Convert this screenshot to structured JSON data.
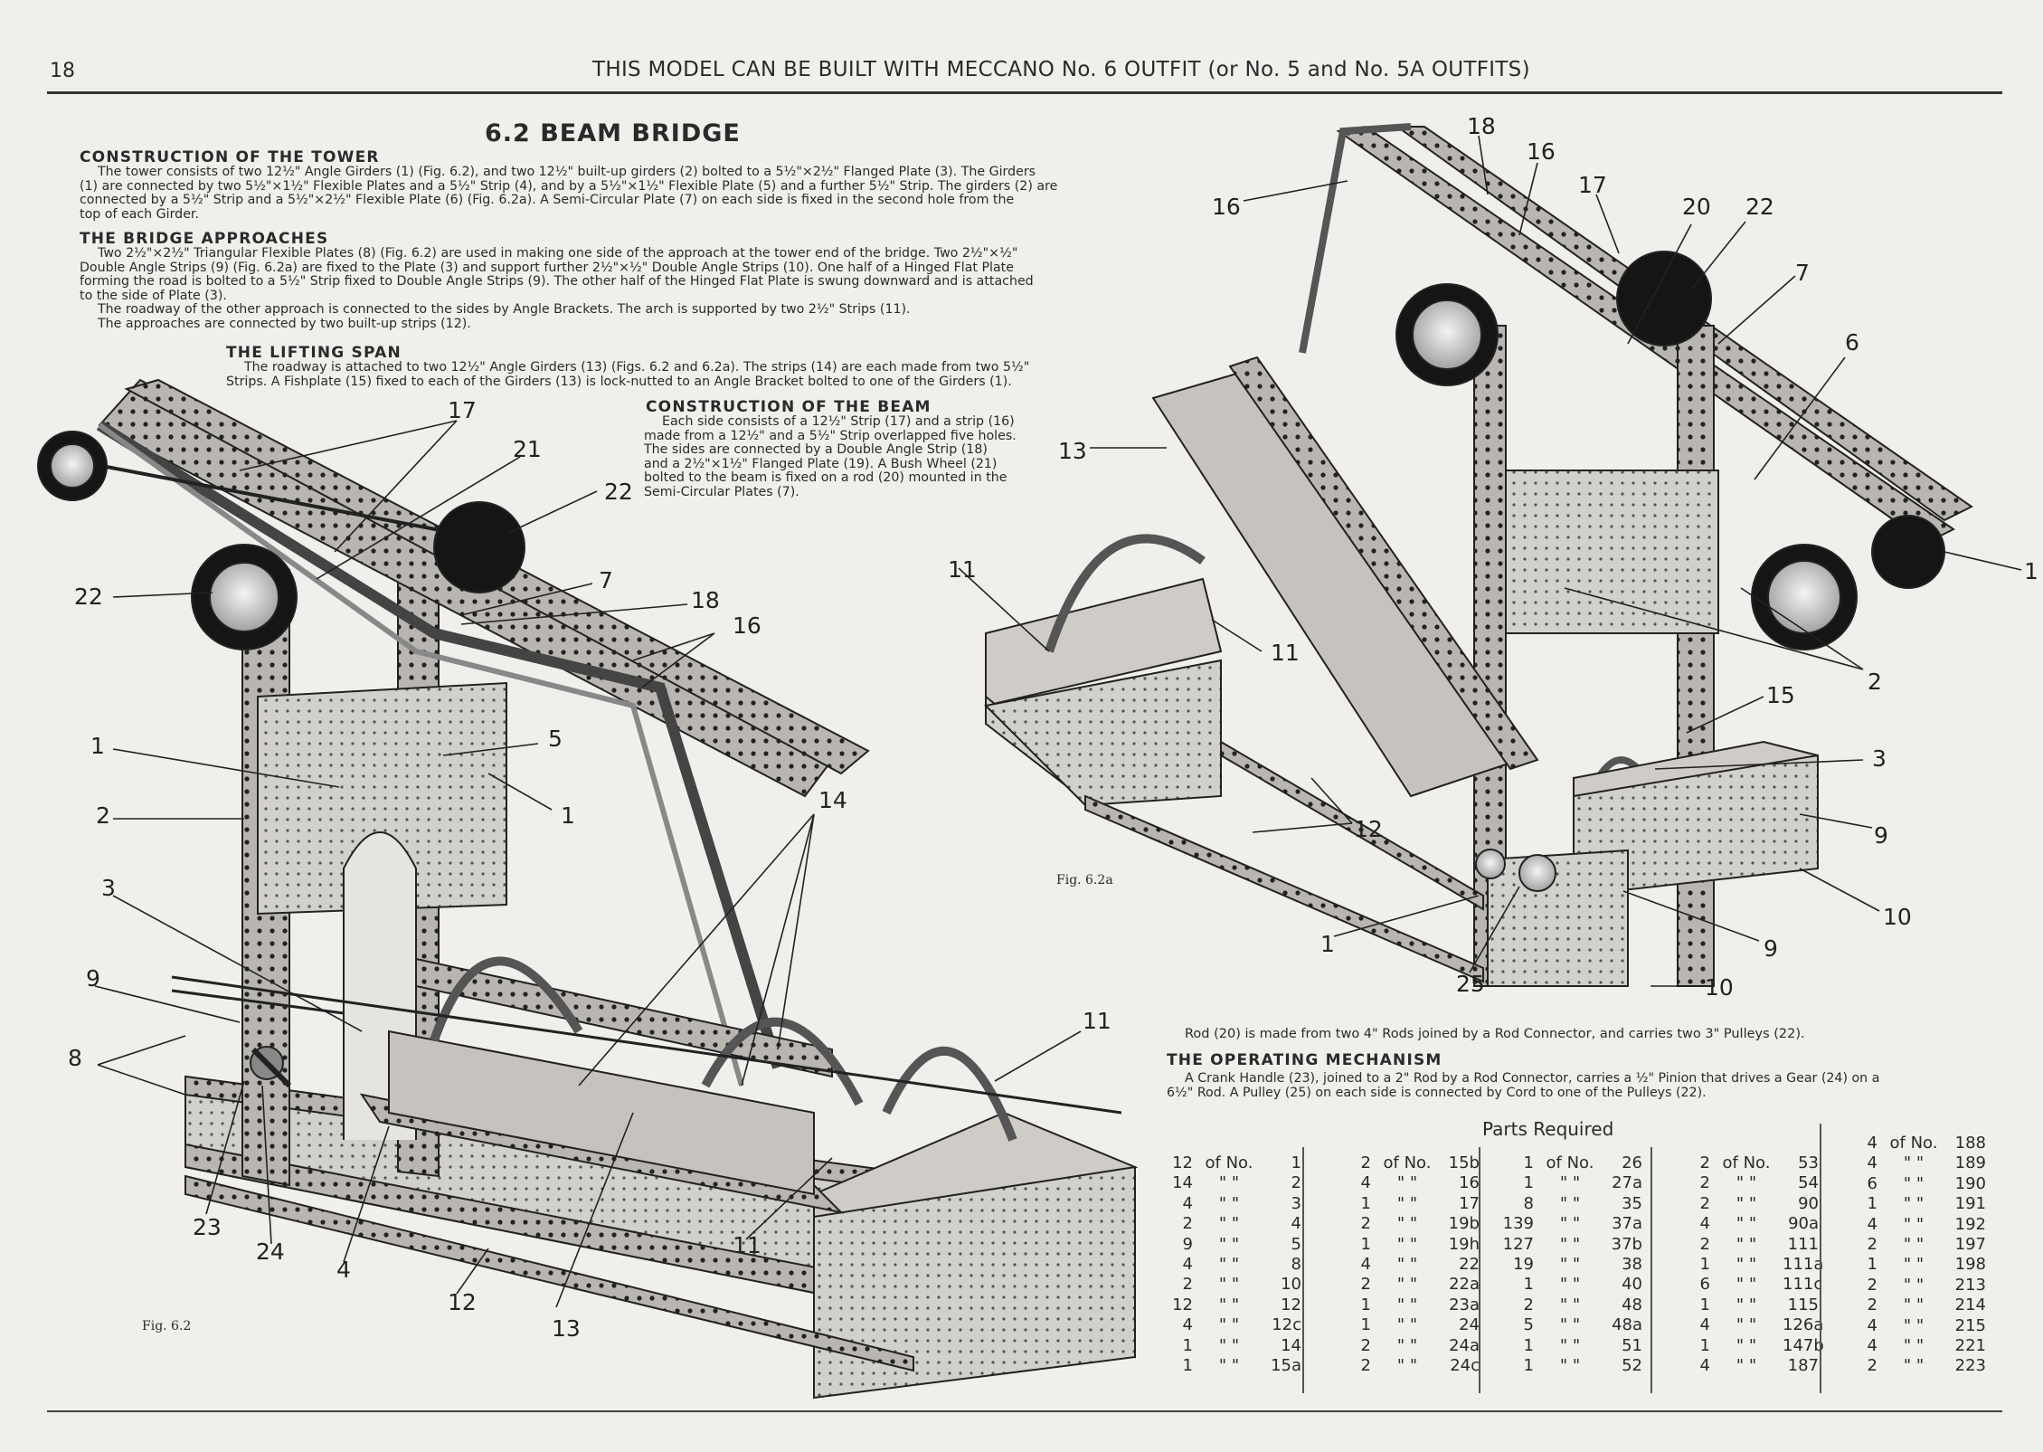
{
  "header": {
    "page_number": "18",
    "running_head": "THIS MODEL CAN BE BUILT WITH MECCANO No. 6 OUTFIT (or No. 5 and No. 5A OUTFITS)"
  },
  "title": "6.2  BEAM BRIDGE",
  "sections": {
    "tower": {
      "heading": "CONSTRUCTION OF THE TOWER",
      "lines": [
        "The tower consists of two 12½\" Angle Girders (1) (Fig. 6.2), and two 12½\" built-up girders (2) bolted to a 5½\"×2½\" Flanged Plate (3). The Girders",
        "(1) are connected by two 5½\"×1½\" Flexible Plates and a 5½\" Strip (4), and by a 5½\"×1½\" Flexible Plate (5) and a further 5½\" Strip. The girders (2) are",
        "connected by a 5½\" Strip and a 5½\"×2½\" Flexible Plate (6) (Fig. 6.2a). A Semi-Circular Plate (7) on each side is fixed in the second hole from the",
        "top of each Girder."
      ]
    },
    "approaches": {
      "heading": "THE BRIDGE APPROACHES",
      "lines": [
        "Two 2½\"×2½\" Triangular Flexible Plates (8) (Fig. 6.2) are used in making one side of the approach at the tower end of the bridge. Two 2½\"×½\"",
        "Double Angle Strips (9) (Fig. 6.2a) are fixed to the Plate (3) and support further 2½\"×½\" Double Angle Strips (10). One half of a Hinged Flat Plate",
        "forming the road is bolted to a 5½\" Strip fixed to Double Angle Strips (9). The other half of the Hinged Flat Plate is swung downward and is attached",
        "to the side of Plate (3).",
        "The roadway of the other approach is connected to the sides by Angle Brackets. The arch is supported by two 2½\" Strips (11).",
        "The approaches are connected by two built-up strips (12)."
      ]
    },
    "lifting": {
      "heading": "THE LIFTING SPAN",
      "lines": [
        "The roadway is attached to two 12½\" Angle Girders (13) (Figs. 6.2 and 6.2a). The strips (14) are each made from two 5½\"",
        "Strips. A Fishplate (15) fixed to each of the Girders (13) is lock-nutted to an Angle Bracket bolted to one of the Girders (1)."
      ]
    },
    "beam": {
      "heading": "CONSTRUCTION OF THE BEAM",
      "lines": [
        "Each side consists of a 12½\" Strip (17) and a strip (16)",
        "made from a 12½\" and a 5½\" Strip overlapped five holes.",
        "The sides are connected by a Double Angle Strip (18)",
        "and a 2½\"×1½\" Flanged Plate (19). A Bush Wheel (21)",
        "bolted to the beam is fixed on a rod (20) mounted in the",
        "Semi-Circular Plates (7)."
      ]
    },
    "rod_note": "Rod (20) is made from two 4\" Rods joined by a Rod Connector, and carries two 3\" Pulleys (22).",
    "mechanism": {
      "heading": "THE OPERATING MECHANISM",
      "lines": [
        "A Crank Handle (23), joined to a 2\" Rod by a Rod Connector, carries a ½\" Pinion that drives a Gear (24) on a",
        "6½\" Rod. A Pulley (25) on each side is connected by Cord to one of the Pulleys (22)."
      ]
    }
  },
  "figures": {
    "fig1_caption": "Fig. 6.2",
    "fig2_caption": "Fig. 6.2a",
    "fig1_callouts": [
      "17",
      "21",
      "22",
      "22",
      "7",
      "18",
      "16",
      "1",
      "5",
      "2",
      "1",
      "14",
      "3",
      "9",
      "8",
      "11",
      "23",
      "24",
      "4",
      "12",
      "13",
      "11"
    ],
    "fig2_callouts": [
      "18",
      "16",
      "17",
      "16",
      "20",
      "22",
      "7",
      "6",
      "13",
      "11",
      "11",
      "2",
      "15",
      "3",
      "9",
      "12",
      "10",
      "1",
      "25",
      "9",
      "10",
      "1"
    ]
  },
  "parts": {
    "title": "Parts Required",
    "columns": [
      [
        [
          "12",
          "of No.",
          "1"
        ],
        [
          "14",
          "\"  \"",
          "2"
        ],
        [
          "4",
          "\"  \"",
          "3"
        ],
        [
          "2",
          "\"  \"",
          "4"
        ],
        [
          "9",
          "\"  \"",
          "5"
        ],
        [
          "4",
          "\"  \"",
          "8"
        ],
        [
          "2",
          "\"  \"",
          "10"
        ],
        [
          "12",
          "\"  \"",
          "12"
        ],
        [
          "4",
          "\"  \"",
          "12c"
        ],
        [
          "1",
          "\"  \"",
          "14"
        ],
        [
          "1",
          "\"  \"",
          "15a"
        ]
      ],
      [
        [
          "2",
          "of No.",
          "15b"
        ],
        [
          "4",
          "\"  \"",
          "16"
        ],
        [
          "1",
          "\"  \"",
          "17"
        ],
        [
          "2",
          "\"  \"",
          "19b"
        ],
        [
          "1",
          "\"  \"",
          "19h"
        ],
        [
          "4",
          "\"  \"",
          "22"
        ],
        [
          "2",
          "\"  \"",
          "22a"
        ],
        [
          "1",
          "\"  \"",
          "23a"
        ],
        [
          "1",
          "\"  \"",
          "24"
        ],
        [
          "2",
          "\"  \"",
          "24a"
        ],
        [
          "2",
          "\"  \"",
          "24c"
        ]
      ],
      [
        [
          "1",
          "of No.",
          "26"
        ],
        [
          "1",
          "\"  \"",
          "27a"
        ],
        [
          "8",
          "\"  \"",
          "35"
        ],
        [
          "139",
          "\"  \"",
          "37a"
        ],
        [
          "127",
          "\"  \"",
          "37b"
        ],
        [
          "19",
          "\"  \"",
          "38"
        ],
        [
          "1",
          "\"  \"",
          "40"
        ],
        [
          "2",
          "\"  \"",
          "48"
        ],
        [
          "5",
          "\"  \"",
          "48a"
        ],
        [
          "1",
          "\"  \"",
          "51"
        ],
        [
          "1",
          "\"  \"",
          "52"
        ]
      ],
      [
        [
          "2",
          "of No.",
          "53"
        ],
        [
          "2",
          "\"  \"",
          "54"
        ],
        [
          "2",
          "\"  \"",
          "90"
        ],
        [
          "4",
          "\"  \"",
          "90a"
        ],
        [
          "2",
          "\"  \"",
          "111"
        ],
        [
          "1",
          "\"  \"",
          "111a"
        ],
        [
          "6",
          "\"  \"",
          "111c"
        ],
        [
          "1",
          "\"  \"",
          "115"
        ],
        [
          "4",
          "\"  \"",
          "126a"
        ],
        [
          "1",
          "\"  \"",
          "147b"
        ],
        [
          "4",
          "\"  \"",
          "187"
        ]
      ],
      [
        [
          "4",
          "of No.",
          "188"
        ],
        [
          "4",
          "\"  \"",
          "189"
        ],
        [
          "6",
          "\"  \"",
          "190"
        ],
        [
          "1",
          "\"  \"",
          "191"
        ],
        [
          "4",
          "\"  \"",
          "192"
        ],
        [
          "2",
          "\"  \"",
          "197"
        ],
        [
          "1",
          "\"  \"",
          "198"
        ],
        [
          "2",
          "\"  \"",
          "213"
        ],
        [
          "2",
          "\"  \"",
          "214"
        ],
        [
          "4",
          "\"  \"",
          "215"
        ],
        [
          "4",
          "\"  \"",
          "221"
        ],
        [
          "2",
          "\"  \"",
          "223"
        ]
      ]
    ]
  }
}
